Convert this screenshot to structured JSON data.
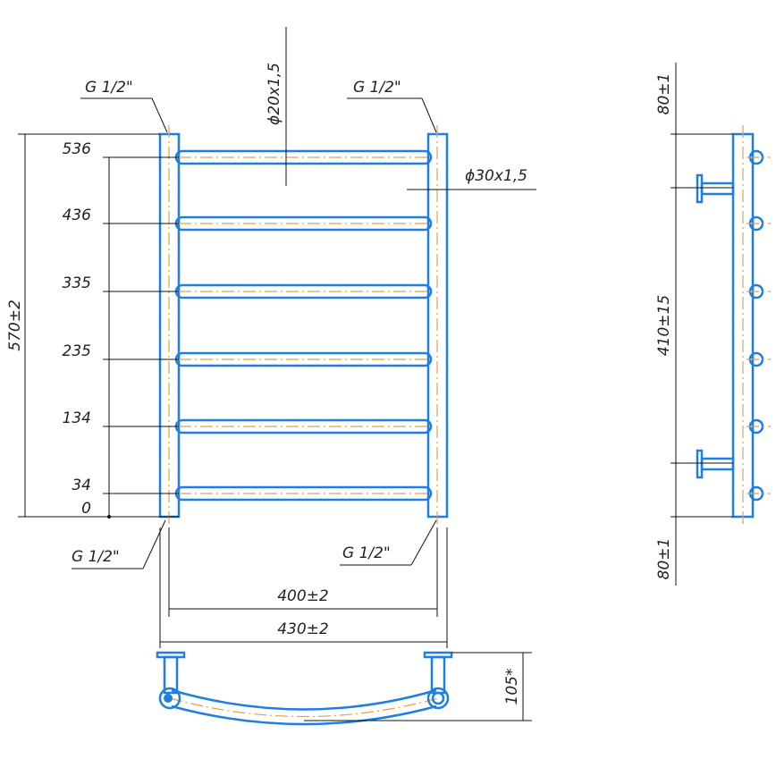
{
  "labels": {
    "thread_top_left": "G 1/2\"",
    "thread_top_right": "G 1/2\"",
    "thread_bottom_left": "G 1/2\"",
    "thread_bottom_right": "G 1/2\"",
    "rung_pipe": "ϕ20x1,5",
    "riser_pipe": "ϕ30x1,5",
    "height": "570±2",
    "center_distance": "400±2",
    "width": "430±2",
    "depth": "105*",
    "side_top": "80±1",
    "side_middle": "410±15",
    "side_bottom": "80±1"
  },
  "rung_heights": [
    "536",
    "436",
    "335",
    "235",
    "134",
    "34",
    "0"
  ],
  "colors": {
    "outline": "#1e7fe0",
    "centerline": "#e0a050",
    "dimension": "#111111"
  }
}
